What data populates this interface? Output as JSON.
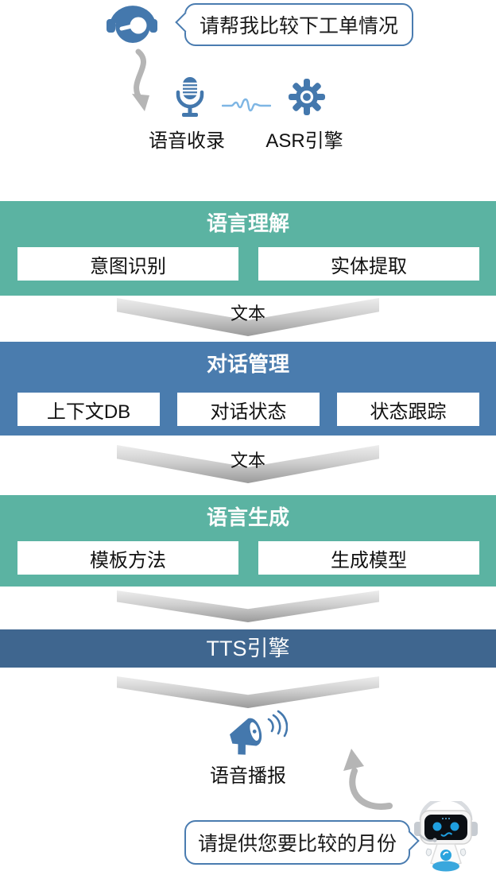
{
  "palette": {
    "teal_banner": "#5bb3a2",
    "blue_banner": "#4a7cae",
    "navy_banner": "#3f668f",
    "icon_blue": "#4478ad",
    "bubble_border": "#4a7cb0",
    "waveform_blue": "#7eb6e4",
    "arrow_gray": "#b5b5b5"
  },
  "icons": {
    "agent": "headset-icon",
    "capture": "microphone-icon",
    "signal": "waveform-icon",
    "asr": "gear-icon",
    "broadcast": "megaphone-icon",
    "bot": "robot-icon"
  },
  "top": {
    "user_bubble_text": "请帮我比较下工单情况",
    "capture_label": "语音收录",
    "asr_label": "ASR引擎"
  },
  "stages": [
    {
      "title": "语言理解",
      "boxes": [
        "意图识别",
        "实体提取"
      ],
      "arrow_label": "文本"
    },
    {
      "title": "对话管理",
      "boxes": [
        "上下文DB",
        "对话状态",
        "状态跟踪"
      ],
      "arrow_label": "文本"
    },
    {
      "title": "语言生成",
      "boxes": [
        "模板方法",
        "生成模型"
      ],
      "arrow_label": ""
    },
    {
      "title": "TTS引擎",
      "boxes": [],
      "arrow_label": ""
    }
  ],
  "bottom": {
    "broadcast_label": "语音播报",
    "bot_bubble_text": "请提供您要比较的月份"
  }
}
